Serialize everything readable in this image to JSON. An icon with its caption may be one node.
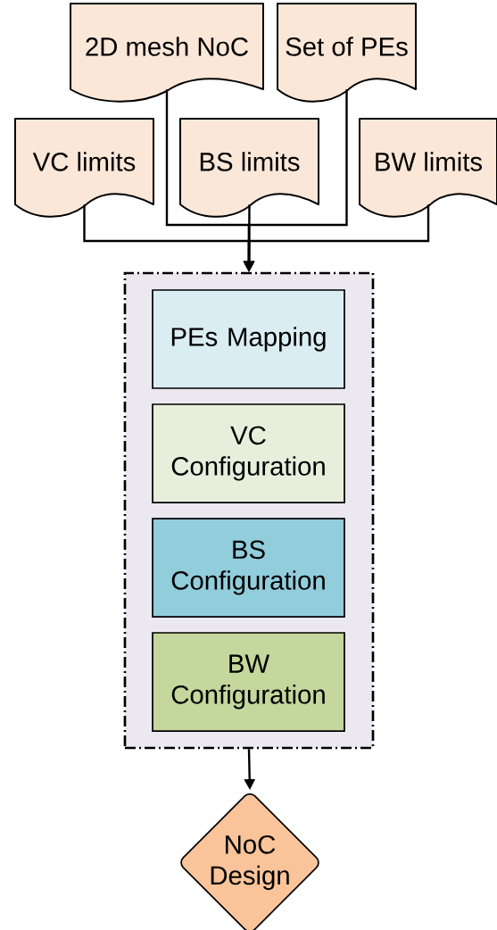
{
  "diagram": {
    "nodes": [
      {
        "text": [
          "2D mesh NoC"
        ]
      },
      {
        "text": [
          "Set of PEs"
        ]
      },
      {
        "text": [
          "VC limits"
        ]
      },
      {
        "text": [
          "BS limits"
        ]
      },
      {
        "text": [
          "BW limits"
        ]
      },
      {
        "text": [],
        "shape": "box"
      },
      {
        "text": [
          "PEs Mapping"
        ],
        "in": 5
      },
      {
        "text": [
          "VC Configuration"
        ],
        "in": 5
      },
      {
        "text": [
          "BS Configuration"
        ],
        "in": 5
      },
      {
        "text": [
          "BW Configuration"
        ],
        "in": 5
      },
      {
        "text": [
          "NoC Design"
        ]
      }
    ],
    "edges": [
      {
        "from": 0,
        "to": 5,
        "arrow": "to"
      },
      {
        "from": 1,
        "to": 5,
        "arrow": "to"
      },
      {
        "from": 2,
        "to": 5,
        "arrow": "to"
      },
      {
        "from": 3,
        "to": 5,
        "arrow": "to"
      },
      {
        "from": 4,
        "to": 5,
        "arrow": "to"
      },
      {
        "from": 5,
        "to": 10,
        "arrow": "to"
      }
    ]
  }
}
